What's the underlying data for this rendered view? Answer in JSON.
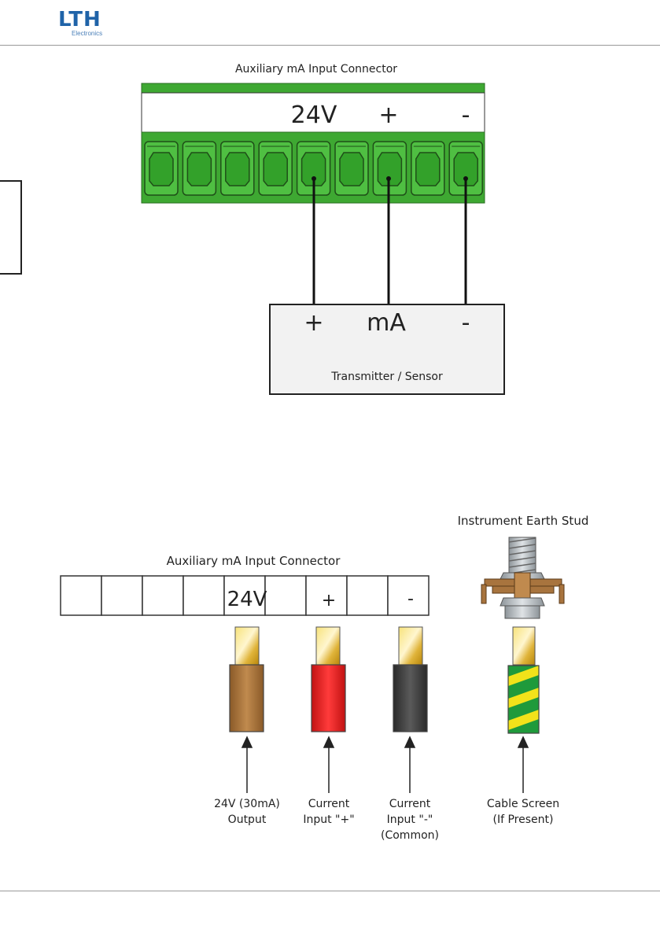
{
  "header": {
    "logo_text": "LTH",
    "logo_sub": "Electronics"
  },
  "diagram1": {
    "title": "Auxiliary mA Input Connector",
    "terminal_labels": [
      "24V",
      "+",
      "-"
    ],
    "device": {
      "labels": [
        "+",
        "mA",
        "-"
      ],
      "name": "Transmitter / Sensor"
    }
  },
  "diagram2": {
    "title": "Auxiliary mA Input Connector",
    "terminal_labels": [
      "24V",
      "+",
      "-"
    ],
    "earth_title": "Instrument Earth Stud",
    "wire_captions": [
      "24V (30mA)\nOutput",
      "Current\nInput \"+\"",
      "Current\nInput \"-\"\n(Common)",
      "Cable Screen\n(If Present)"
    ]
  },
  "colors": {
    "connector_green": "#3ea832",
    "wire_brown": "#a9733a",
    "wire_red": "#e51c1c",
    "wire_black": "#3a3a3a",
    "earth_green": "#1f9a3b",
    "earth_yellow": "#f2e21a",
    "logo_blue": "#1f63a8"
  }
}
